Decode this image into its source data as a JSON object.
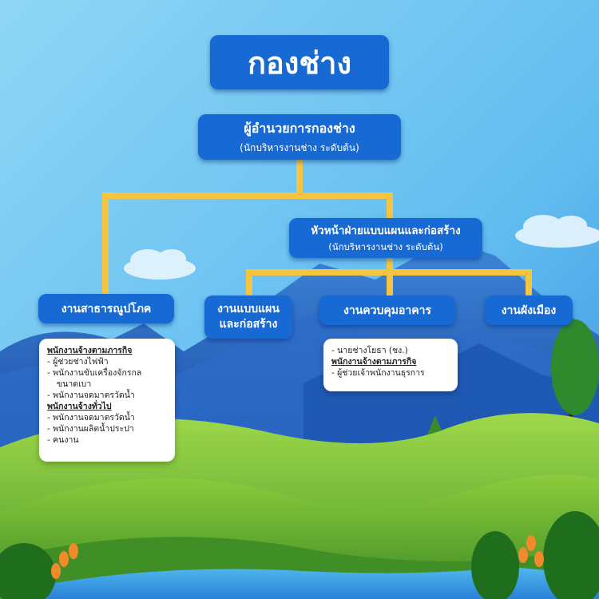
{
  "title": "กองช่าง",
  "director": {
    "title": "ผู้อำนวยการกองช่าง",
    "subtitle": "(นักบริหารงานช่าง ระดับต้น)"
  },
  "head": {
    "title": "หัวหน้าฝ่ายแบบแผนและก่อสร้าง",
    "subtitle": "(นักบริหารงานช่าง ระดับต้น)"
  },
  "units": {
    "utilities": "งานสาธารณูปโภค",
    "design_line1": "งานแบบแผน",
    "design_line2": "และก่อสร้าง",
    "control": "งานควบคุมอาคาร",
    "planning": "งานผังเมือง"
  },
  "utilities_card": {
    "mission_heading": "พนักงานจ้างตามภารกิจ",
    "mission_items": [
      "- ผู้ช่วยช่างไฟฟ้า",
      "- พนักงานขับเครื่องจักรกล",
      "ขนาดเบา",
      "- พนักงานจดมาตรวัดน้ำ"
    ],
    "general_heading": "พนักงานจ้างทั่วไป",
    "general_items": [
      "- พนักงานจดมาตรวัดน้ำ",
      "- พนักงานผลิตน้ำประปา",
      "- คนงาน"
    ]
  },
  "control_card": {
    "top_item": "- นายช่างโยธา (ชง.)",
    "mission_heading": "พนักงานจ้างตามภารกิจ",
    "mission_items": [
      "- ผู้ช่วยเจ้าพนักงานธุรการ"
    ]
  },
  "colors": {
    "box": "#1769d4",
    "connector": "#f5c542",
    "sky_top": "#6ec6f2",
    "grass": "#7cc23b"
  }
}
